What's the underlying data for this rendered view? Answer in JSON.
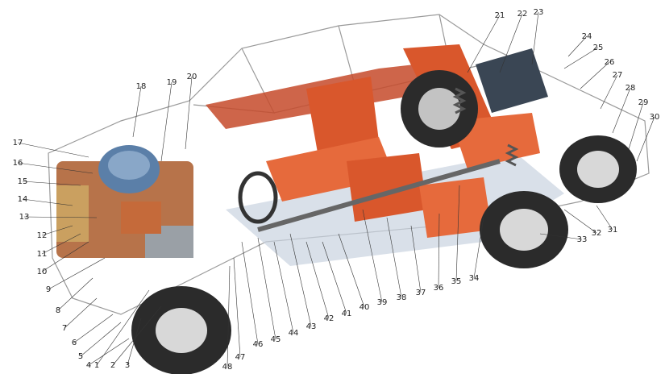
{
  "labels": [
    "1",
    "2",
    "3",
    "4",
    "5",
    "6",
    "7",
    "8",
    "9",
    "10",
    "11",
    "12",
    "13",
    "14",
    "15",
    "16",
    "17",
    "18",
    "19",
    "20",
    "21",
    "22",
    "23",
    "24",
    "25",
    "26",
    "27",
    "28",
    "29",
    "30",
    "31",
    "32",
    "33",
    "34",
    "35",
    "36",
    "37",
    "38",
    "39",
    "40",
    "41",
    "42",
    "43",
    "44",
    "45",
    "46",
    "47",
    "48"
  ],
  "colors": {
    "seat": "#d9572c",
    "seat_dark": "#a8381a",
    "floor": "#c9d3df",
    "tire": "#2b2b2b",
    "rim": "#d8d8d8",
    "engine_blue": "#5b7fa8",
    "body_line": "#8a8a8a"
  }
}
